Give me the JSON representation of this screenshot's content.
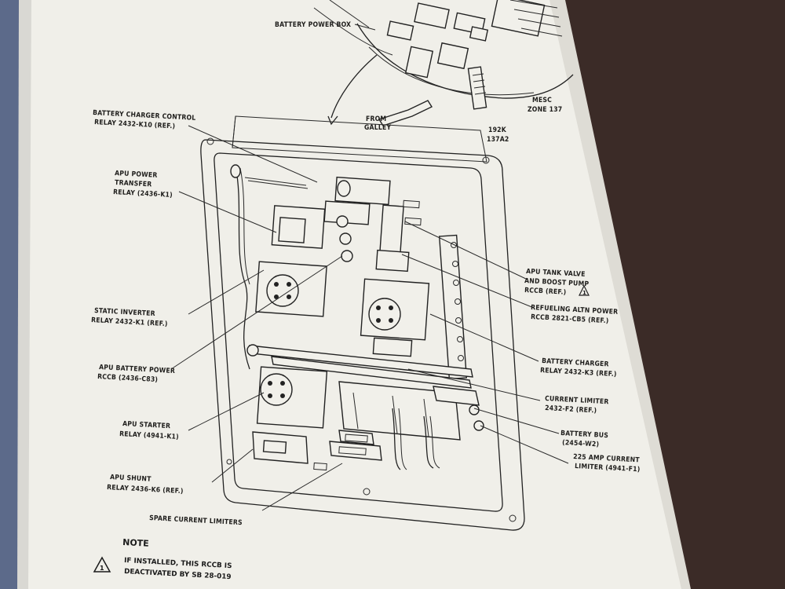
{
  "figure": {
    "labels": {
      "battery_power_box": "BATTERY POWER BOX",
      "mesc": "MESC",
      "zone": "ZONE 137",
      "from": "FROM",
      "galley": "GALLEY",
      "code_1": "192K",
      "code_2": "137A2",
      "bcc_relay_1": "BATTERY CHARGER CONTROL",
      "bcc_relay_2": "RELAY 2432-K10 (REF.)",
      "apt_relay_1": "APU POWER",
      "apt_relay_2": "TRANSFER",
      "apt_relay_3": "RELAY (2436-K1)",
      "static_inverter_1": "STATIC INVERTER",
      "static_inverter_2": "RELAY 2432-K1 (REF.)",
      "apu_batt_power_1": "APU BATTERY POWER",
      "apu_batt_power_2": "RCCB (2436-C83)",
      "apu_starter_1": "APU STARTER",
      "apu_starter_2": "RELAY (4941-K1)",
      "apu_shunt_1": "APU SHUNT",
      "apu_shunt_2": "RELAY 2436-K6 (REF.)",
      "spare_limiters": "SPARE CURRENT LIMITERS",
      "apu_tank_1": "APU TANK VALVE",
      "apu_tank_2": "AND BOOST PUMP",
      "apu_tank_3": "RCCB (REF.)",
      "refuel_1": "REFUELING ALTN POWER",
      "refuel_2": "RCCB 2821-CB5 (REF.)",
      "batt_charger_1": "BATTERY CHARGER",
      "batt_charger_2": "RELAY 2432-K3 (REF.)",
      "current_limiter_1": "CURRENT LIMITER",
      "current_limiter_2": "2432-F2 (REF.)",
      "battery_bus_1": "BATTERY BUS",
      "battery_bus_2": "(2454-W2)",
      "amp_limiter_1": "225 AMP CURRENT",
      "amp_limiter_2": "LIMITER (4941-F1)",
      "warning_number": "1"
    },
    "note": {
      "title": "NOTE",
      "line_1": "IF INSTALLED, THIS RCCB IS",
      "line_2": "DEACTIVATED BY SB 28-019",
      "warning_number": "1"
    }
  }
}
